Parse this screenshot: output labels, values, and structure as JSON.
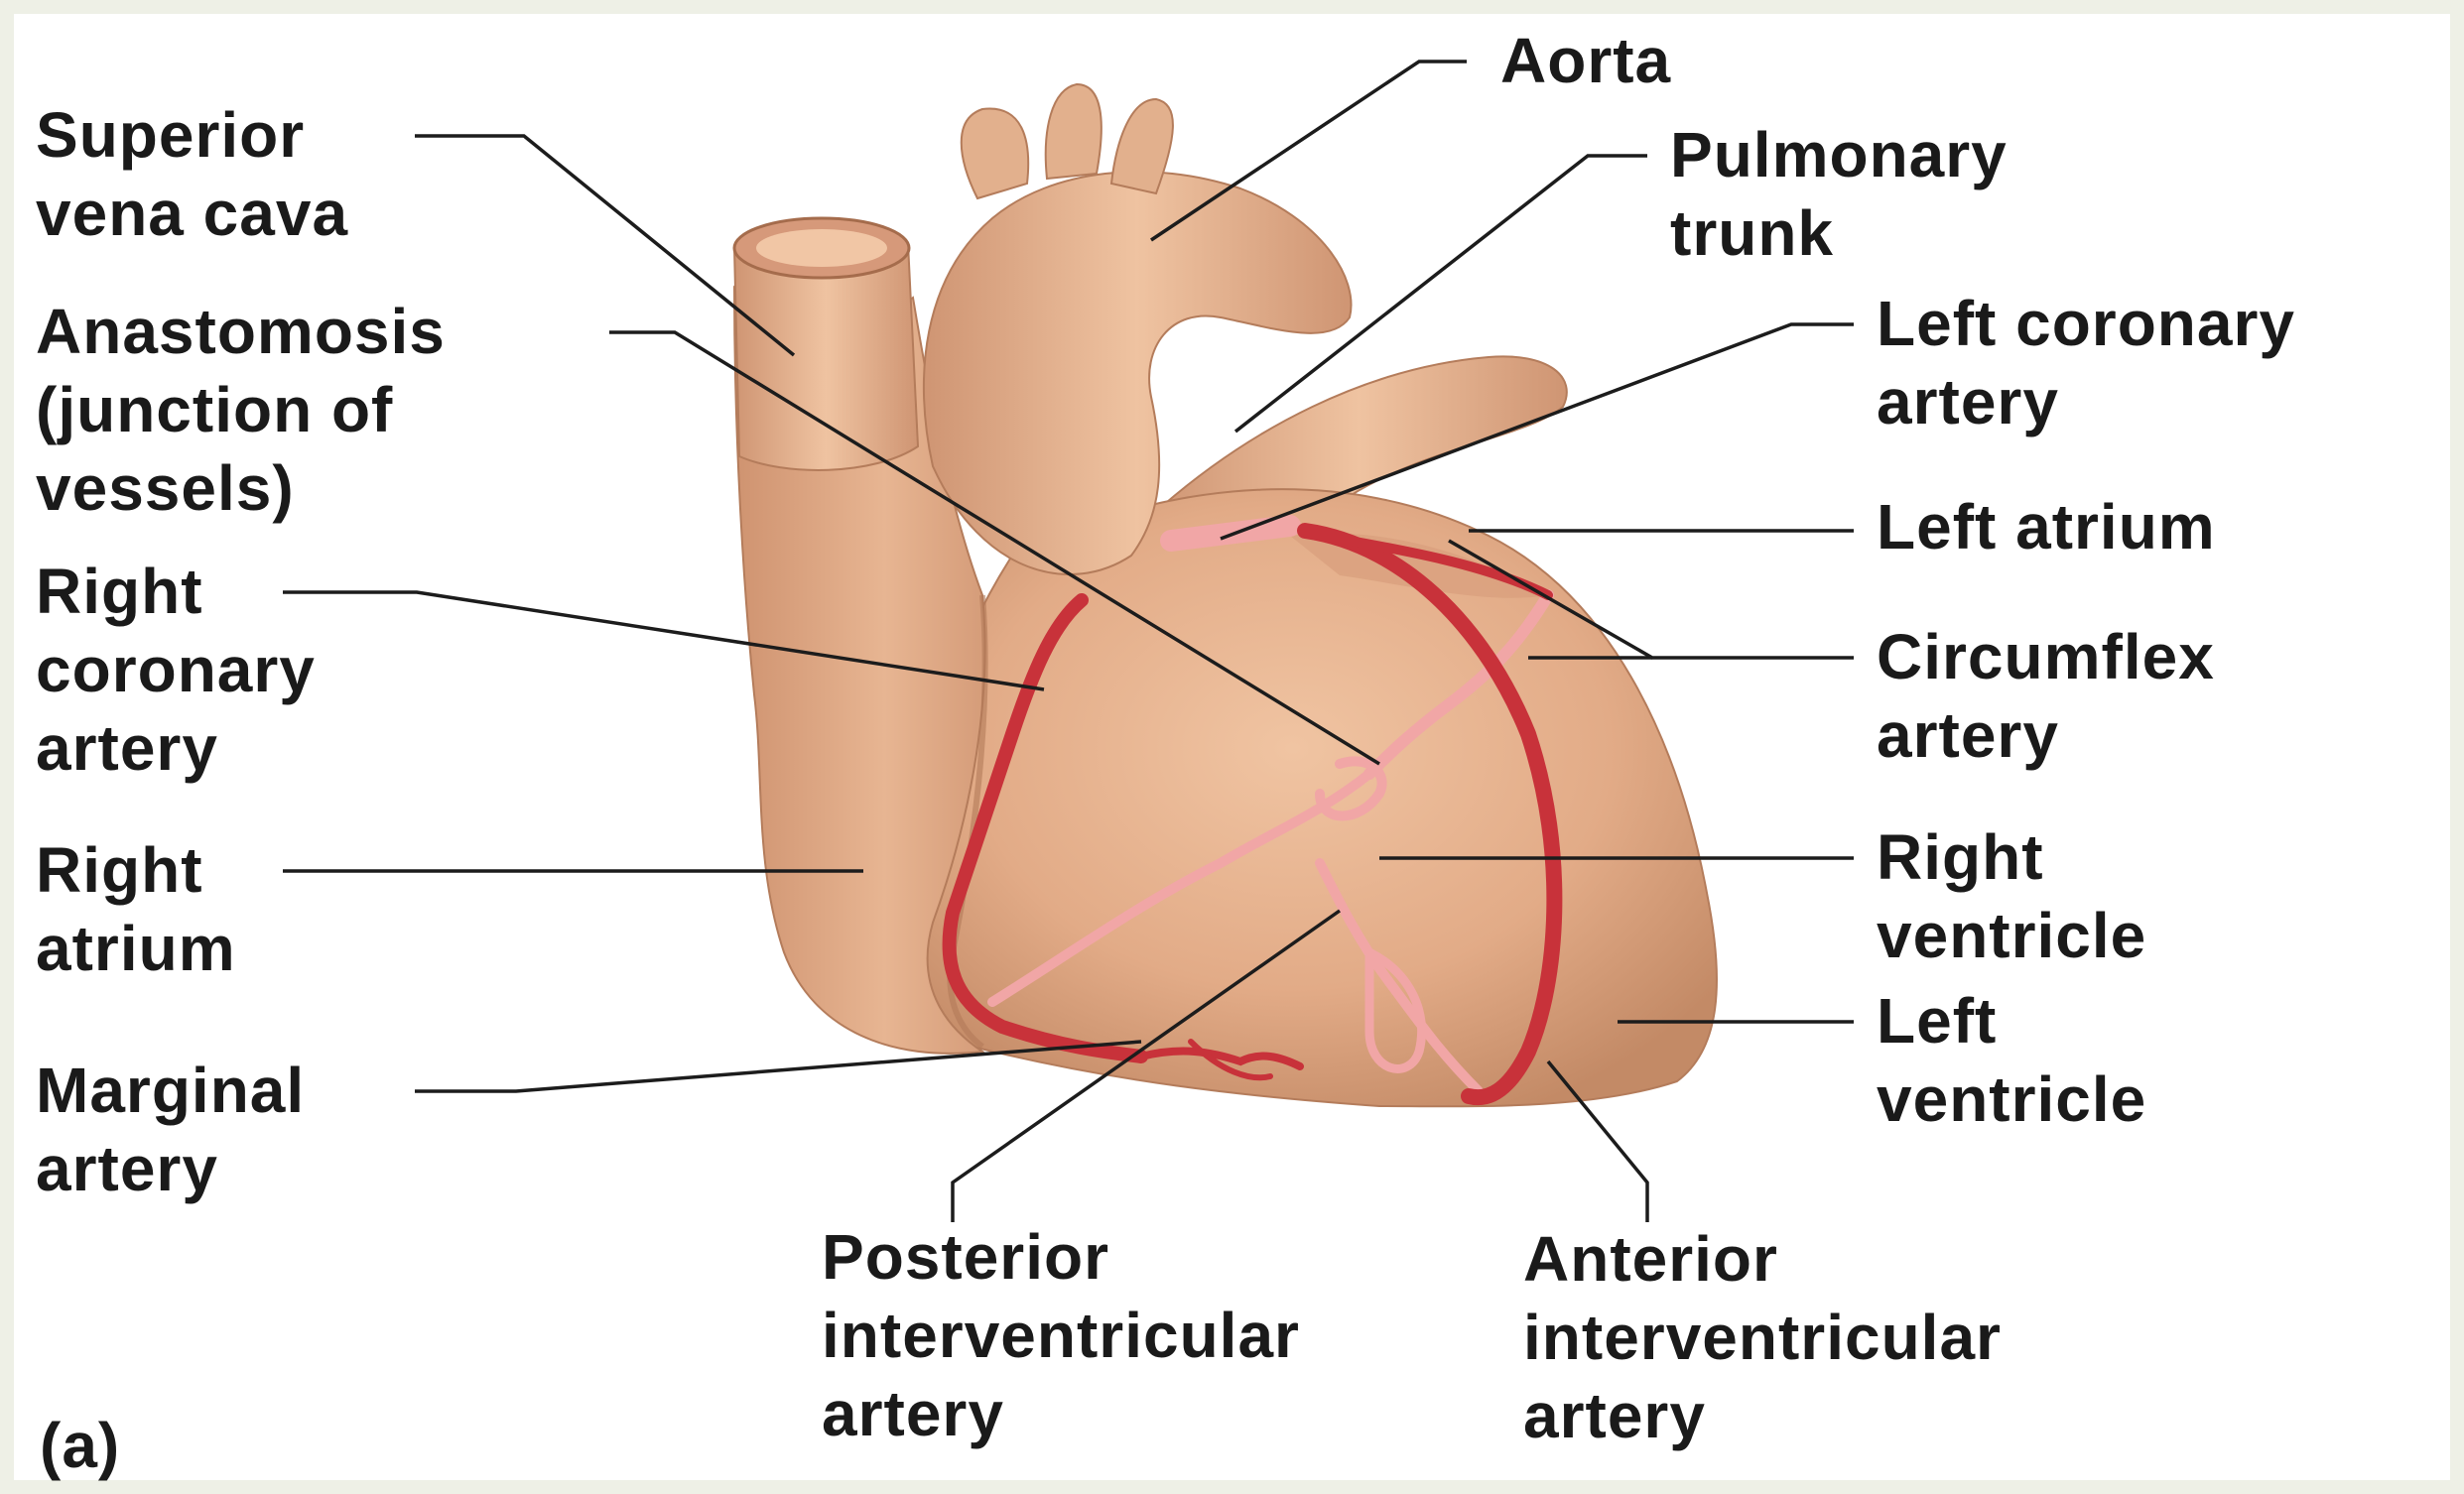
{
  "panel_label": "(a)",
  "labels": {
    "aorta": "Aorta",
    "superior_vena_cava": "Superior\nvena cava",
    "pulmonary_trunk": "Pulmonary\ntrunk",
    "anastomosis": "Anastomosis\n(junction of\nvessels)",
    "left_coronary_artery": "Left coronary\nartery",
    "left_atrium": "Left atrium",
    "right_coronary_artery": "Right\ncoronary\nartery",
    "circumflex_artery": "Circumflex\nartery",
    "right_atrium": "Right\natrium",
    "right_ventricle": "Right\nventricle",
    "left_ventricle": "Left\nventricle",
    "marginal_artery": "Marginal\nartery",
    "posterior_interventricular_artery": "Posterior\ninterventricular\nartery",
    "anterior_interventricular_artery": "Anterior\ninterventricular\nartery"
  },
  "colors": {
    "background": "#ffffff",
    "frame": "#eef0e6",
    "heart_tissue": "#e0aa86",
    "heart_shadow": "#b97e5c",
    "coronary_artery": "#c8323a",
    "cardiac_vein": "#f0a0a0",
    "leader_line": "#1c1c1c",
    "label_text": "#1a1a1a"
  }
}
